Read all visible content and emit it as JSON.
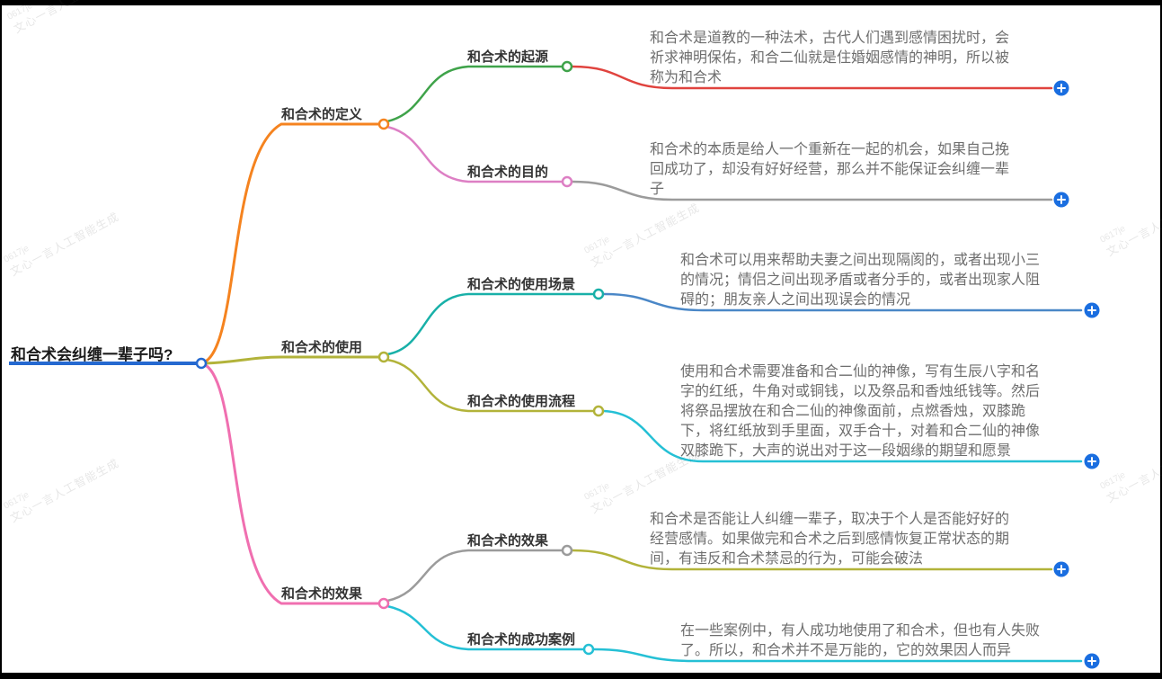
{
  "root": {
    "label": "和合术会纠缠一辈子吗?",
    "color": "#2569d0"
  },
  "branches": [
    {
      "label": "和合术的定义",
      "color": "#f5831f",
      "children": [
        {
          "label": "和合术的起源",
          "color": "#3fa34a",
          "line_color": "#e0433e",
          "text": "和合术是道教的一种法术，古代人们遇到感情困扰时，会祈求神明保佑，和合二仙就是住婚姻感情的神明，所以被称为和合术"
        },
        {
          "label": "和合术的目的",
          "color": "#dd7fc4",
          "line_color": "#9b9b9b",
          "text": "和合术的本质是给人一个重新在一起的机会，如果自己挽回成功了，却没有好好经营，那么并不能保证会纠缠一辈子"
        }
      ]
    },
    {
      "label": "和合术的使用",
      "color": "#b2b33a",
      "children": [
        {
          "label": "和合术的使用场景",
          "color": "#18b0a8",
          "line_color": "#4a87c7",
          "text": "和合术可以用来帮助夫妻之间出现隔阂的，或者出现小三的情况；情侣之间出现矛盾或者分手的，或者出现家人阻碍的；朋友亲人之间出现误会的情况"
        },
        {
          "label": "和合术的使用流程",
          "color": "#b2b33a",
          "line_color": "#25c0d5",
          "text": "使用和合术需要准备和合二仙的神像，写有生辰八字和名字的红纸，牛角对或铜钱，以及祭品和香烛纸钱等。然后将祭品摆放在和合二仙的神像面前，点燃香烛，双膝跪下，将红纸放到手里面，双手合十，对着和合二仙的神像双膝跪下，大声的说出对于这一段姻缘的期望和愿景"
        }
      ]
    },
    {
      "label": "和合术的效果",
      "color": "#f06fb0",
      "children": [
        {
          "label": "和合术的效果",
          "color": "#9b9b9b",
          "line_color": "#b2b33a",
          "text": "和合术是否能让人纠缠一辈子，取决于个人是否能好好的经营感情。如果做完和合术之后到感情恢复正常状态的期间，有违反和合术禁忌的行为，可能会破法"
        },
        {
          "label": "和合术的成功案例",
          "color": "#25c0d5",
          "line_color": "#25c0d5",
          "text": "在一些案例中，有人成功地使用了和合术，但也有人失败了。所以，和合术并不是万能的，它的效果因人而异"
        }
      ]
    }
  ],
  "watermark": {
    "id_line": "0617je",
    "text": "文心一言人工智能生成"
  },
  "ui": {
    "plus_color": "#1a6ee0",
    "background": "#ffffff",
    "edge_color": "#000000"
  }
}
